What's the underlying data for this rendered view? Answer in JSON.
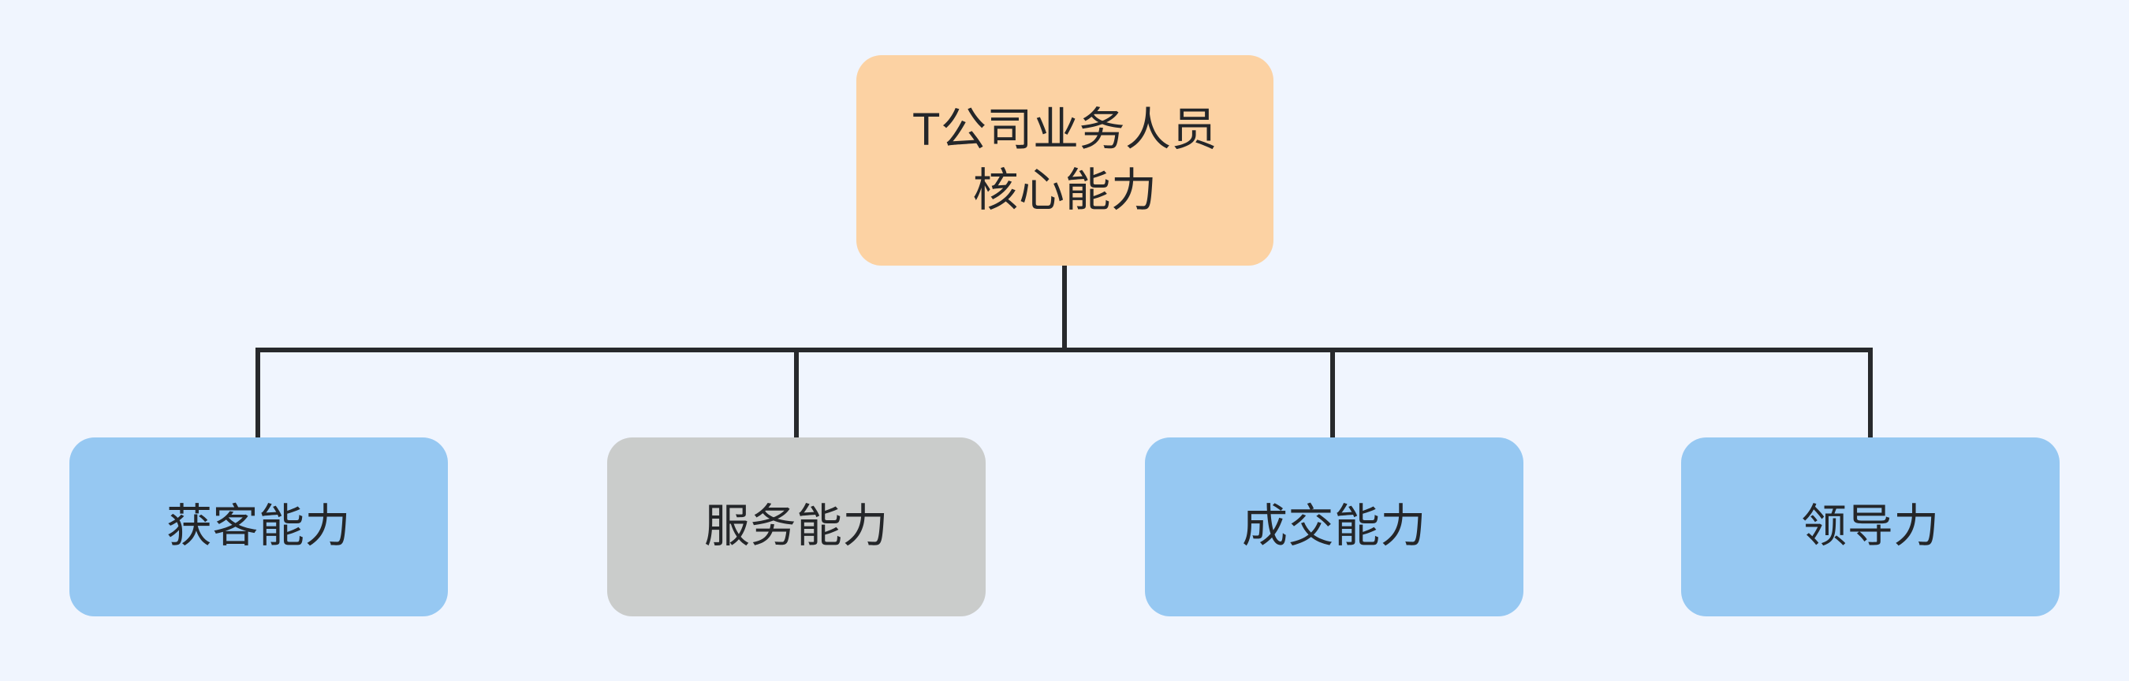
{
  "diagram": {
    "type": "organization-tree",
    "orientation": "top-down",
    "background_color": "#f0f5fe",
    "connector_color": "#27292c",
    "title": "T公司业务人员核心能力"
  },
  "root": {
    "label": "T公司业务人员\n核心能力",
    "line1": "T公司业务人员",
    "line2": "核心能力",
    "fill_color": "#fcd2a3",
    "text_color": "#242629"
  },
  "children": [
    {
      "label": "获客能力",
      "fill_color": "#96c8f2",
      "text_color": "#242629"
    },
    {
      "label": "服务能力",
      "fill_color": "#cacccb",
      "text_color": "#242629"
    },
    {
      "label": "成交能力",
      "fill_color": "#96c8f2",
      "text_color": "#242629"
    },
    {
      "label": "领导力",
      "fill_color": "#96c8f2",
      "text_color": "#242629"
    }
  ]
}
